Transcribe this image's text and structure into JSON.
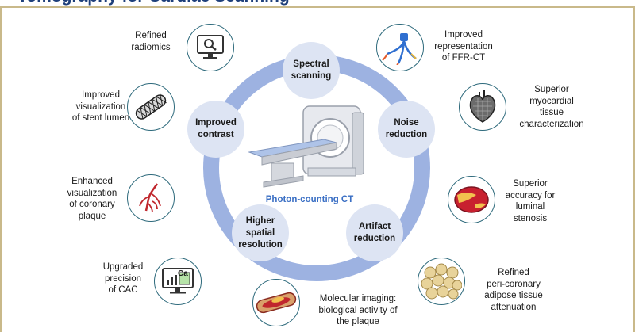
{
  "header": {
    "title": "Tomography for Cardiac Scanning"
  },
  "center": {
    "label": "Photon-counting CT"
  },
  "ring_nodes": [
    {
      "label": "Spectral\nscanning"
    },
    {
      "label": "Noise\nreduction"
    },
    {
      "label": "Artifact\nreduction"
    },
    {
      "label": "Higher\nspatial\nresolution"
    },
    {
      "label": "Improved\ncontrast"
    }
  ],
  "features_left": [
    {
      "label": "Refined\nradiomics",
      "icon": "monitor-search-icon"
    },
    {
      "label": "Improved\nvisualization\nof stent lumen",
      "icon": "stent-icon"
    },
    {
      "label": "Enhanced\nvisualization\nof coronary\nplaque",
      "icon": "coronary-tree-icon"
    },
    {
      "label": "Upgraded\nprecision\nof CAC",
      "icon": "monitor-calcium-icon"
    }
  ],
  "features_right": [
    {
      "label": "Improved\nrepresentation\nof FFR-CT",
      "icon": "ffr-heart-icon"
    },
    {
      "label": "Superior\nmyocardial\ntissue\ncharacterization",
      "icon": "heart-mesh-icon"
    },
    {
      "label": "Superior\naccuracy for\nluminal\nstenosis",
      "icon": "stenosis-cross-section-icon"
    },
    {
      "label": "Refined\nperi-coronary\nadipose tissue\nattenuation",
      "icon": "adipose-cells-icon"
    }
  ],
  "features_bottom": [
    {
      "label": "Molecular imaging:\nbiological activity of\nthe plaque",
      "icon": "artery-plaque-icon"
    }
  ],
  "calcium_icon_text": "Ca",
  "colors": {
    "ring": "#9db2e1",
    "node": "#dde4f3",
    "badge_border": "#2e6a7c",
    "title": "#1e3f7a",
    "center_label": "#3a6fc4"
  }
}
